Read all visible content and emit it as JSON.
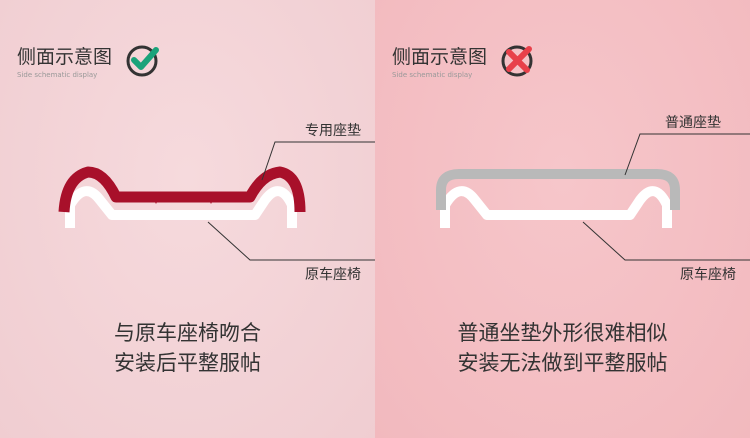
{
  "left": {
    "title": "侧面示意图",
    "subtitle": "Side schematic display",
    "icon": "check-icon",
    "cushion_label": "专用座垫",
    "seat_label": "原车座椅",
    "caption": [
      "与原车座椅吻合",
      "安装后平整服帖"
    ],
    "cushion_color": "#a8102a"
  },
  "right": {
    "title": "侧面示意图",
    "subtitle": "Side schematic display",
    "icon": "cross-icon",
    "cushion_label": "普通座垫",
    "seat_label": "原车座椅",
    "caption": [
      "普通坐垫外形很难相似",
      "安装无法做到平整服帖"
    ],
    "cushion_color": "#b9b9b9"
  },
  "colors": {
    "check": "#1aa37a",
    "cross": "#e8404a"
  }
}
